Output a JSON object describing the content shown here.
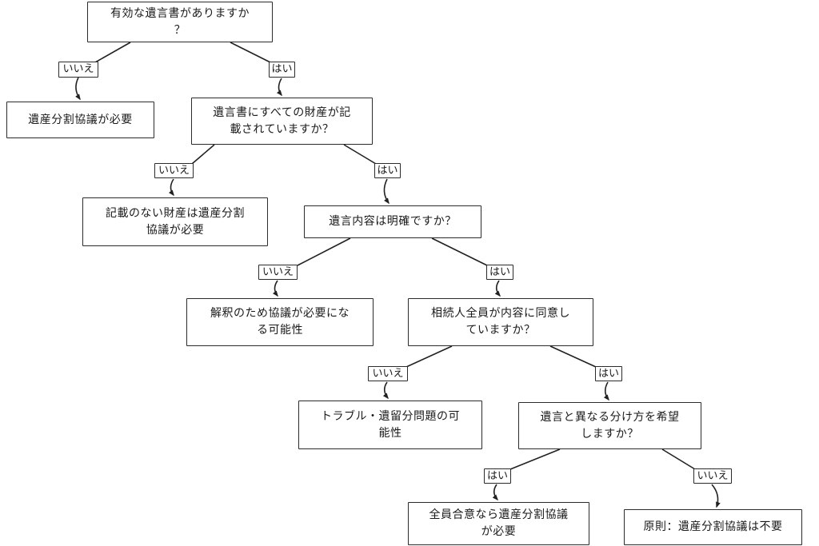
{
  "flowchart": {
    "labels": {
      "yes": "はい",
      "no": "いいえ"
    },
    "nodes": {
      "q1_valid_will": "有効な遺言書がありますか\n？",
      "r_division_needed": "遺産分割協議が必要",
      "q2_all_assets_listed": "遺言書にすべての財産が記\n載されていますか？",
      "r_unlisted_assets_division": "記載のない財産は遺産分割\n協議が必要",
      "q3_content_clear": "遺言内容は明確ですか？",
      "r_interpretation_discussion": "解釈のため協議が必要にな\nる可能性",
      "q4_all_heirs_agree": "相続人全員が内容に同意し\nていますか？",
      "r_trouble_iryubun": "トラブル・遺留分問題の可\n能性",
      "q5_want_different_split": "遺言と異なる分け方を希望\nしますか？",
      "r_division_if_all_agree": "全員合意なら遺産分割協議\nが必要",
      "r_division_not_needed": "原則：遺産分割協議は不要"
    },
    "colors": {
      "line": "#212121",
      "node_border": "#2b2b2b",
      "text": "#1a1a1a",
      "background": "#ffffff"
    }
  }
}
